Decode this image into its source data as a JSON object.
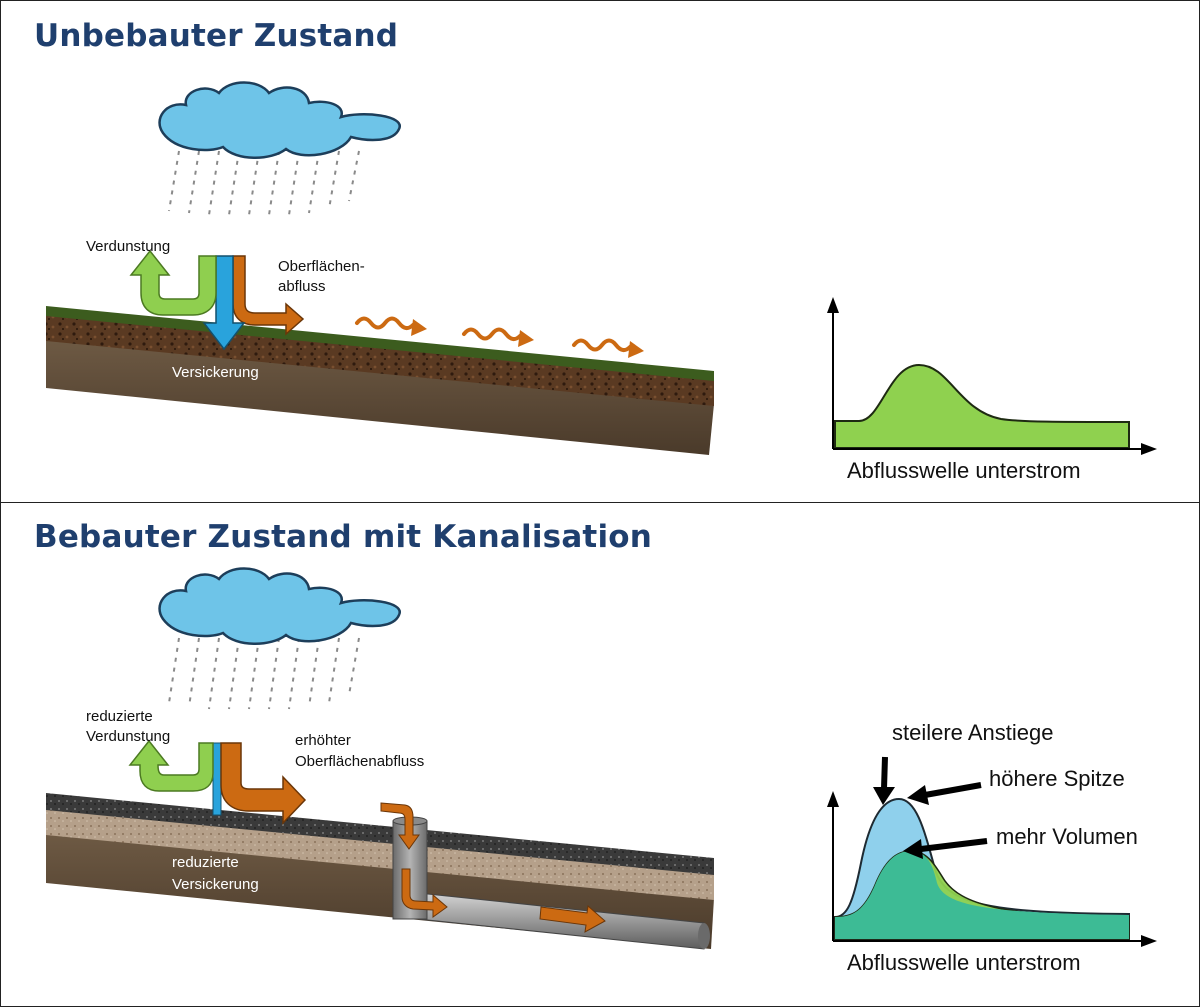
{
  "top": {
    "title": "Unbebauter Zustand",
    "labels": {
      "evaporation": "Verdunstung",
      "runoff_line1": "Oberflächen-",
      "runoff_line2": "abfluss",
      "infiltration": "Versickerung"
    },
    "hydrograph_caption": "Abflusswelle unterstrom"
  },
  "bottom": {
    "title": "Bebauter Zustand mit Kanalisation",
    "labels": {
      "evaporation_line1": "reduzierte",
      "evaporation_line2": "Verdunstung",
      "runoff_line1": "erhöhter",
      "runoff_line2": "Oberflächenabfluss",
      "infiltration_line1": "reduzierte",
      "infiltration_line2": "Versickerung"
    },
    "annotations": {
      "steeper_rise": "steilere Anstiege",
      "higher_peak": "höhere Spitze",
      "more_volume": "mehr Volumen"
    },
    "hydrograph_caption": "Abflusswelle unterstrom"
  },
  "colors": {
    "title": "#1f3f6e",
    "cloud": "#6ec4e8",
    "evaporation_arrow": "#8fcf4f",
    "infiltration_arrow": "#29a3dc",
    "runoff_arrow": "#cc6a12",
    "hydrograph_natural": "#8fd14f",
    "hydrograph_urban": "#8fd0ec",
    "hydrograph_overlap": "#3dbb95"
  }
}
